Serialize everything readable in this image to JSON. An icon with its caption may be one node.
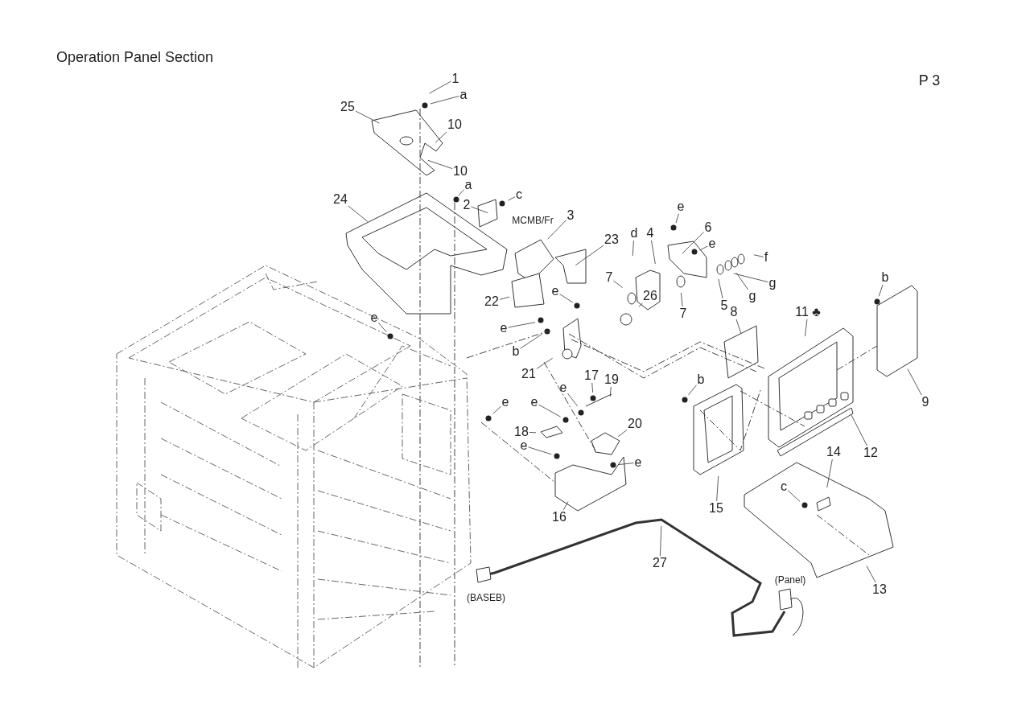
{
  "diagram": {
    "title": "Operation Panel Section",
    "nodes": [
      {
        "text": [
          "1"
        ]
      },
      {
        "text": [
          "a"
        ]
      },
      {
        "text": [
          "25"
        ]
      },
      {
        "text": [
          "10"
        ]
      },
      {
        "text": [
          "10"
        ]
      },
      {
        "text": [
          "a"
        ]
      },
      {
        "text": [
          "2"
        ]
      },
      {
        "text": [
          "c"
        ]
      },
      {
        "text": [
          "24"
        ]
      },
      {
        "text": [
          "3"
        ]
      },
      {
        "text": [
          "23"
        ]
      },
      {
        "text": [
          "d"
        ]
      },
      {
        "text": [
          "4"
        ]
      },
      {
        "text": [
          "e"
        ]
      },
      {
        "text": [
          "6"
        ]
      },
      {
        "text": [
          "e"
        ]
      },
      {
        "text": [
          "f"
        ]
      },
      {
        "text": [
          "g"
        ]
      },
      {
        "text": [
          "g"
        ]
      },
      {
        "text": [
          "5"
        ]
      },
      {
        "text": [
          "7"
        ]
      },
      {
        "text": [
          "7"
        ]
      },
      {
        "text": [
          "26"
        ]
      },
      {
        "text": [
          "22"
        ]
      },
      {
        "text": [
          "e"
        ]
      },
      {
        "text": [
          "e"
        ]
      },
      {
        "text": [
          "e"
        ]
      },
      {
        "text": [
          "b"
        ]
      },
      {
        "text": [
          "21"
        ]
      },
      {
        "text": [
          "8"
        ]
      },
      {
        "text": [
          "11 ♣"
        ]
      },
      {
        "text": [
          "b"
        ]
      },
      {
        "text": [
          "9"
        ]
      },
      {
        "text": [
          "17"
        ]
      },
      {
        "text": [
          "19"
        ]
      },
      {
        "text": [
          "e"
        ]
      },
      {
        "text": [
          "e"
        ]
      },
      {
        "text": [
          "e"
        ]
      },
      {
        "text": [
          "18"
        ]
      },
      {
        "text": [
          "20"
        ]
      },
      {
        "text": [
          "e"
        ]
      },
      {
        "text": [
          "e"
        ]
      },
      {
        "text": [
          "16"
        ]
      },
      {
        "text": [
          "b"
        ]
      },
      {
        "text": [
          "15"
        ]
      },
      {
        "text": [
          "12"
        ]
      },
      {
        "text": [
          "14"
        ]
      },
      {
        "text": [
          "c"
        ]
      },
      {
        "text": [
          "13"
        ]
      },
      {
        "text": [
          "27"
        ]
      }
    ],
    "edges": [
      {
        "from": 0,
        "to": null,
        "arrow": "none"
      },
      {
        "from": 1,
        "to": null,
        "arrow": "none"
      },
      {
        "from": 2,
        "to": null,
        "arrow": "none"
      },
      {
        "from": 3,
        "to": null,
        "arrow": "none"
      },
      {
        "from": 4,
        "to": null,
        "arrow": "none"
      },
      {
        "from": 5,
        "to": null,
        "arrow": "none"
      },
      {
        "from": 6,
        "to": null,
        "arrow": "none"
      },
      {
        "from": 7,
        "to": null,
        "arrow": "none"
      },
      {
        "from": 8,
        "to": null,
        "arrow": "none"
      },
      {
        "from": 9,
        "to": null,
        "arrow": "none"
      },
      {
        "from": 10,
        "to": null,
        "arrow": "none"
      },
      {
        "from": 11,
        "to": null,
        "arrow": "none"
      },
      {
        "from": 12,
        "to": null,
        "arrow": "none"
      },
      {
        "from": 13,
        "to": null,
        "arrow": "none"
      },
      {
        "from": 14,
        "to": null,
        "arrow": "none"
      },
      {
        "from": 15,
        "to": null,
        "arrow": "none"
      },
      {
        "from": 16,
        "to": null,
        "arrow": "none"
      },
      {
        "from": 17,
        "to": null,
        "arrow": "none"
      },
      {
        "from": 18,
        "to": null,
        "arrow": "none"
      },
      {
        "from": 19,
        "to": null,
        "arrow": "none"
      },
      {
        "from": 20,
        "to": null,
        "arrow": "none"
      },
      {
        "from": 21,
        "to": null,
        "arrow": "none"
      },
      {
        "from": 22,
        "to": null,
        "arrow": "none"
      },
      {
        "from": 23,
        "to": null,
        "arrow": "none"
      },
      {
        "from": 24,
        "to": null,
        "arrow": "none"
      },
      {
        "from": 25,
        "to": null,
        "arrow": "none"
      },
      {
        "from": 26,
        "to": null,
        "arrow": "none"
      },
      {
        "from": 27,
        "to": null,
        "arrow": "none"
      },
      {
        "from": 28,
        "to": null,
        "arrow": "none"
      },
      {
        "from": 29,
        "to": null,
        "arrow": "none"
      },
      {
        "from": 30,
        "to": null,
        "arrow": "none"
      },
      {
        "from": 31,
        "to": null,
        "arrow": "none"
      },
      {
        "from": 32,
        "to": null,
        "arrow": "none"
      },
      {
        "from": 33,
        "to": null,
        "arrow": "none"
      },
      {
        "from": 34,
        "to": null,
        "arrow": "none"
      },
      {
        "from": 35,
        "to": null,
        "arrow": "none"
      },
      {
        "from": 36,
        "to": null,
        "arrow": "none"
      },
      {
        "from": 37,
        "to": null,
        "arrow": "none"
      },
      {
        "from": 38,
        "to": null,
        "arrow": "none"
      },
      {
        "from": 39,
        "to": null,
        "arrow": "none"
      },
      {
        "from": 40,
        "to": null,
        "arrow": "none"
      },
      {
        "from": 41,
        "to": null,
        "arrow": "none"
      },
      {
        "from": 42,
        "to": null,
        "arrow": "none"
      },
      {
        "from": 43,
        "to": null,
        "arrow": "none"
      },
      {
        "from": 44,
        "to": null,
        "arrow": "none"
      },
      {
        "from": 45,
        "to": null,
        "arrow": "none"
      },
      {
        "from": 46,
        "to": null,
        "arrow": "none"
      },
      {
        "from": 47,
        "to": null,
        "arrow": "none"
      },
      {
        "from": 48,
        "to": null,
        "arrow": "none"
      },
      {
        "from": 49,
        "to": null,
        "arrow": "none"
      }
    ],
    "labels": [
      "P 3",
      "MCMB/Fr",
      "(Panel)",
      "(BASEB)"
    ]
  }
}
